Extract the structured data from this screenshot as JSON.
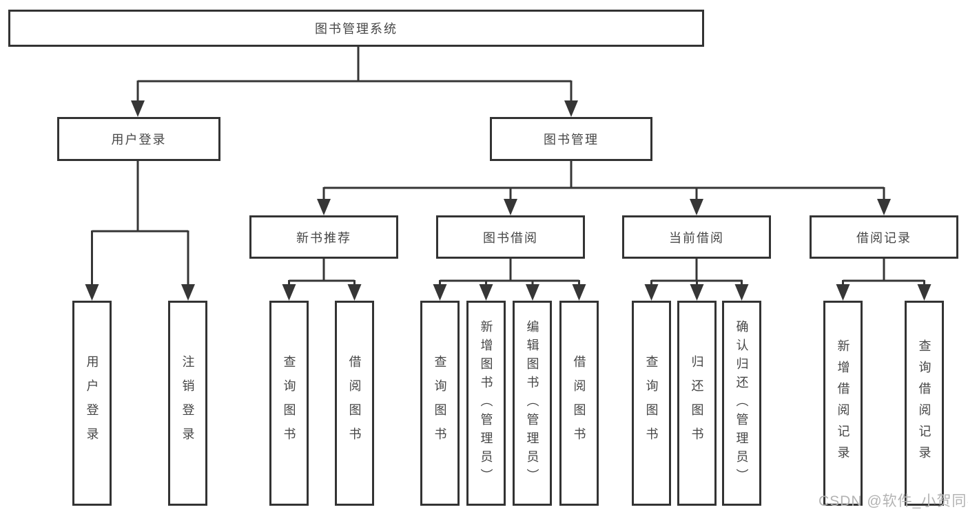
{
  "diagram": {
    "root": {
      "label": "图书管理系统"
    },
    "branches": [
      {
        "label": "用户登录",
        "children": [
          {
            "label": "用户登录"
          },
          {
            "label": "注销登录"
          }
        ]
      },
      {
        "label": "图书管理",
        "children": [
          {
            "label": "新书推荐",
            "children": [
              {
                "label": "查询图书"
              },
              {
                "label": "借阅图书"
              }
            ]
          },
          {
            "label": "图书借阅",
            "children": [
              {
                "label": "查询图书"
              },
              {
                "label": "新增图书（管理员）"
              },
              {
                "label": "编辑图书（管理员）"
              },
              {
                "label": "借阅图书"
              }
            ]
          },
          {
            "label": "当前借阅",
            "children": [
              {
                "label": "查询图书"
              },
              {
                "label": "归还图书"
              },
              {
                "label": "确认归还（管理员）"
              }
            ]
          },
          {
            "label": "借阅记录",
            "children": [
              {
                "label": "新增借阅记录"
              },
              {
                "label": "查询借阅记录"
              }
            ]
          }
        ]
      }
    ],
    "watermark": "CSDN @软件_小贺同学",
    "colors": {
      "line": "#363636",
      "border": "#333333",
      "text": "#464646",
      "watermark": "#b3b3b3",
      "background": "#ffffff"
    }
  }
}
